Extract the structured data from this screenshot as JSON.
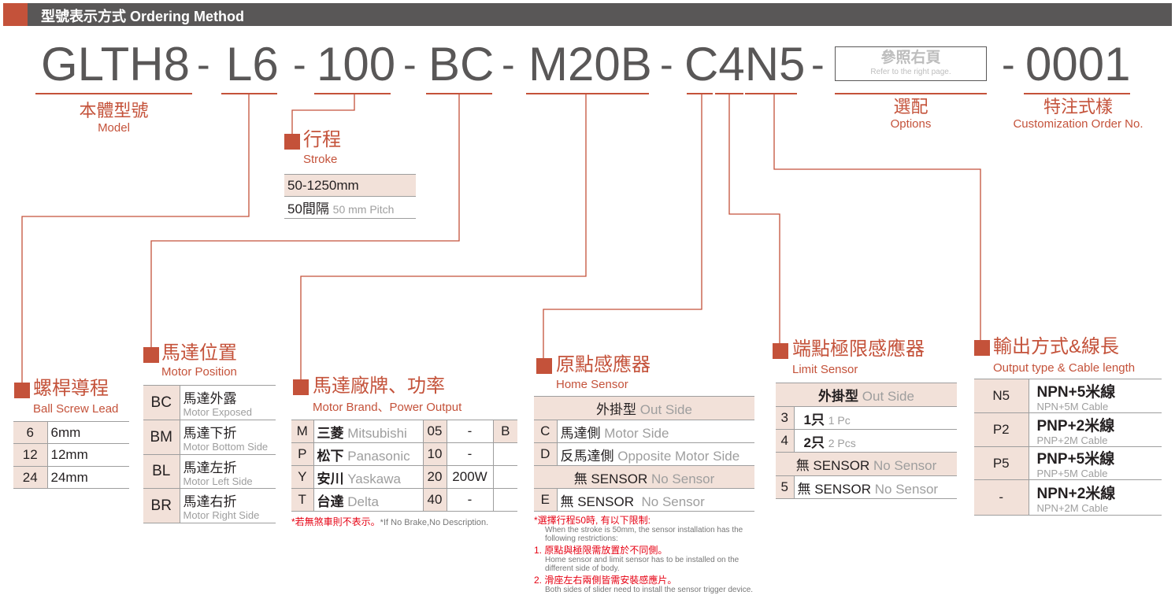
{
  "header": {
    "title": "型號表示方式 Ordering Method"
  },
  "code": {
    "model": "GLTH8",
    "lead": "L6",
    "stroke": "100",
    "position": "BC",
    "motor": "M20B",
    "sensor": "C4N5",
    "option_zh": "參照右頁",
    "option_en": "Refer to the right page.",
    "custom": "0001",
    "dash": "-"
  },
  "labels": {
    "model_zh": "本體型號",
    "model_en": "Model",
    "options_zh": "選配",
    "options_en": "Options",
    "custom_zh": "特注式樣",
    "custom_en": "Customization Order No."
  },
  "stroke": {
    "title": "行程",
    "sub": "Stroke",
    "rows": [
      "50-1250mm"
    ],
    "pitch_zh": "50間隔",
    "pitch_en": "50 mm Pitch"
  },
  "lead": {
    "title": "螺桿導程",
    "sub": "Ball Screw Lead",
    "rows": [
      {
        "k": "6",
        "v": "6mm"
      },
      {
        "k": "12",
        "v": "12mm"
      },
      {
        "k": "24",
        "v": "24mm"
      }
    ]
  },
  "position": {
    "title": "馬達位置",
    "sub": "Motor Position",
    "rows": [
      {
        "k": "BC",
        "zh": "馬達外露",
        "en": "Motor Exposed"
      },
      {
        "k": "BM",
        "zh": "馬達下折",
        "en": "Motor Bottom Side"
      },
      {
        "k": "BL",
        "zh": "馬達左折",
        "en": "Motor Left Side"
      },
      {
        "k": "BR",
        "zh": "馬達右折",
        "en": "Motor Right Side"
      }
    ]
  },
  "brand": {
    "title": "馬達廠牌、功率",
    "sub": "Motor Brand、Power Output",
    "rows": [
      {
        "k": "M",
        "zh": "三菱",
        "en": "Mitsubishi",
        "p": "05",
        "w": "-"
      },
      {
        "k": "P",
        "zh": "松下",
        "en": "Panasonic",
        "p": "10",
        "w": "-"
      },
      {
        "k": "Y",
        "zh": "安川",
        "en": "Yaskawa",
        "p": "20",
        "w": "200W"
      },
      {
        "k": "T",
        "zh": "台達",
        "en": "Delta",
        "p": "40",
        "w": "-"
      }
    ],
    "brake": "B",
    "note_zh": "*若無煞車則不表示。",
    "note_en": "*If No Brake,No Description."
  },
  "home": {
    "title": "原點感應器",
    "sub": "Home Sensor",
    "head_zh": "外掛型",
    "head_en": "Out Side",
    "rows": [
      {
        "k": "C",
        "zh": "馬達側",
        "en": "Motor Side"
      },
      {
        "k": "D",
        "zh": "反馬達側",
        "en": "Opposite Motor Side"
      }
    ],
    "none_zh": "無 SENSOR",
    "none_en": "No Sensor",
    "e": {
      "k": "E",
      "zh": "無  SENSOR",
      "en": "No Sensor"
    },
    "notes": [
      {
        "zh": "*選擇行程50時, 有以下限制:",
        "en": "When the stroke is 50mm, the sensor installation has the following restrictions:"
      },
      {
        "zh": "1. 原點與極限需放置於不同側。",
        "en": "Home sensor and limit sensor has to be installed on the different side of body."
      },
      {
        "zh": "2. 滑座左右兩側皆需安裝感應片。",
        "en": "Both sides of slider need to install the sensor trigger device."
      }
    ]
  },
  "limit": {
    "title": "端點極限感應器",
    "sub": "Limit Sensor",
    "head_zh": "外掛型",
    "head_en": "Out Side",
    "rows": [
      {
        "k": "3",
        "zh": "1只",
        "en": "1 Pc"
      },
      {
        "k": "4",
        "zh": "2只",
        "en": "2 Pcs"
      }
    ],
    "none_zh": "無 SENSOR",
    "none_en": "No Sensor",
    "five": {
      "k": "5",
      "zh": "無 SENSOR",
      "en": "No Sensor"
    }
  },
  "output": {
    "title": "輸出方式&線長",
    "sub": "Output type & Cable length",
    "rows": [
      {
        "k": "N5",
        "zh": "NPN+5米線",
        "en": "NPN+5M Cable"
      },
      {
        "k": "P2",
        "zh": "PNP+2米線",
        "en": "PNP+2M Cable"
      },
      {
        "k": "P5",
        "zh": "PNP+5米線",
        "en": "PNP+5M Cable"
      },
      {
        "k": "-",
        "zh": "NPN+2米線",
        "en": "NPN+2M Cable"
      }
    ]
  },
  "colors": {
    "accent": "#c4523a",
    "header": "#595757",
    "cell": "#f2e1d9",
    "note": "#e60012"
  }
}
